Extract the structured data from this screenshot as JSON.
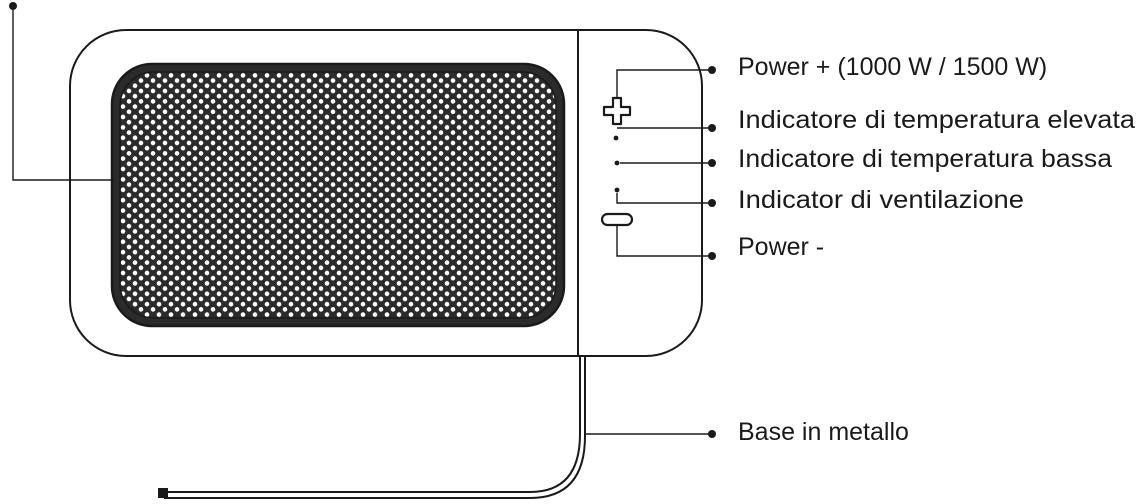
{
  "labels": {
    "power_plus": "Power + (1000 W / 1500 W)",
    "high_temp_indicator": "Indicatore di temperatura elevata",
    "low_temp_indicator": "Indicatore di temperatura bassa",
    "ventilation_indicator": "Indicator di ventilazione",
    "power_minus": "Power -",
    "metal_base": "Base in metallo"
  }
}
